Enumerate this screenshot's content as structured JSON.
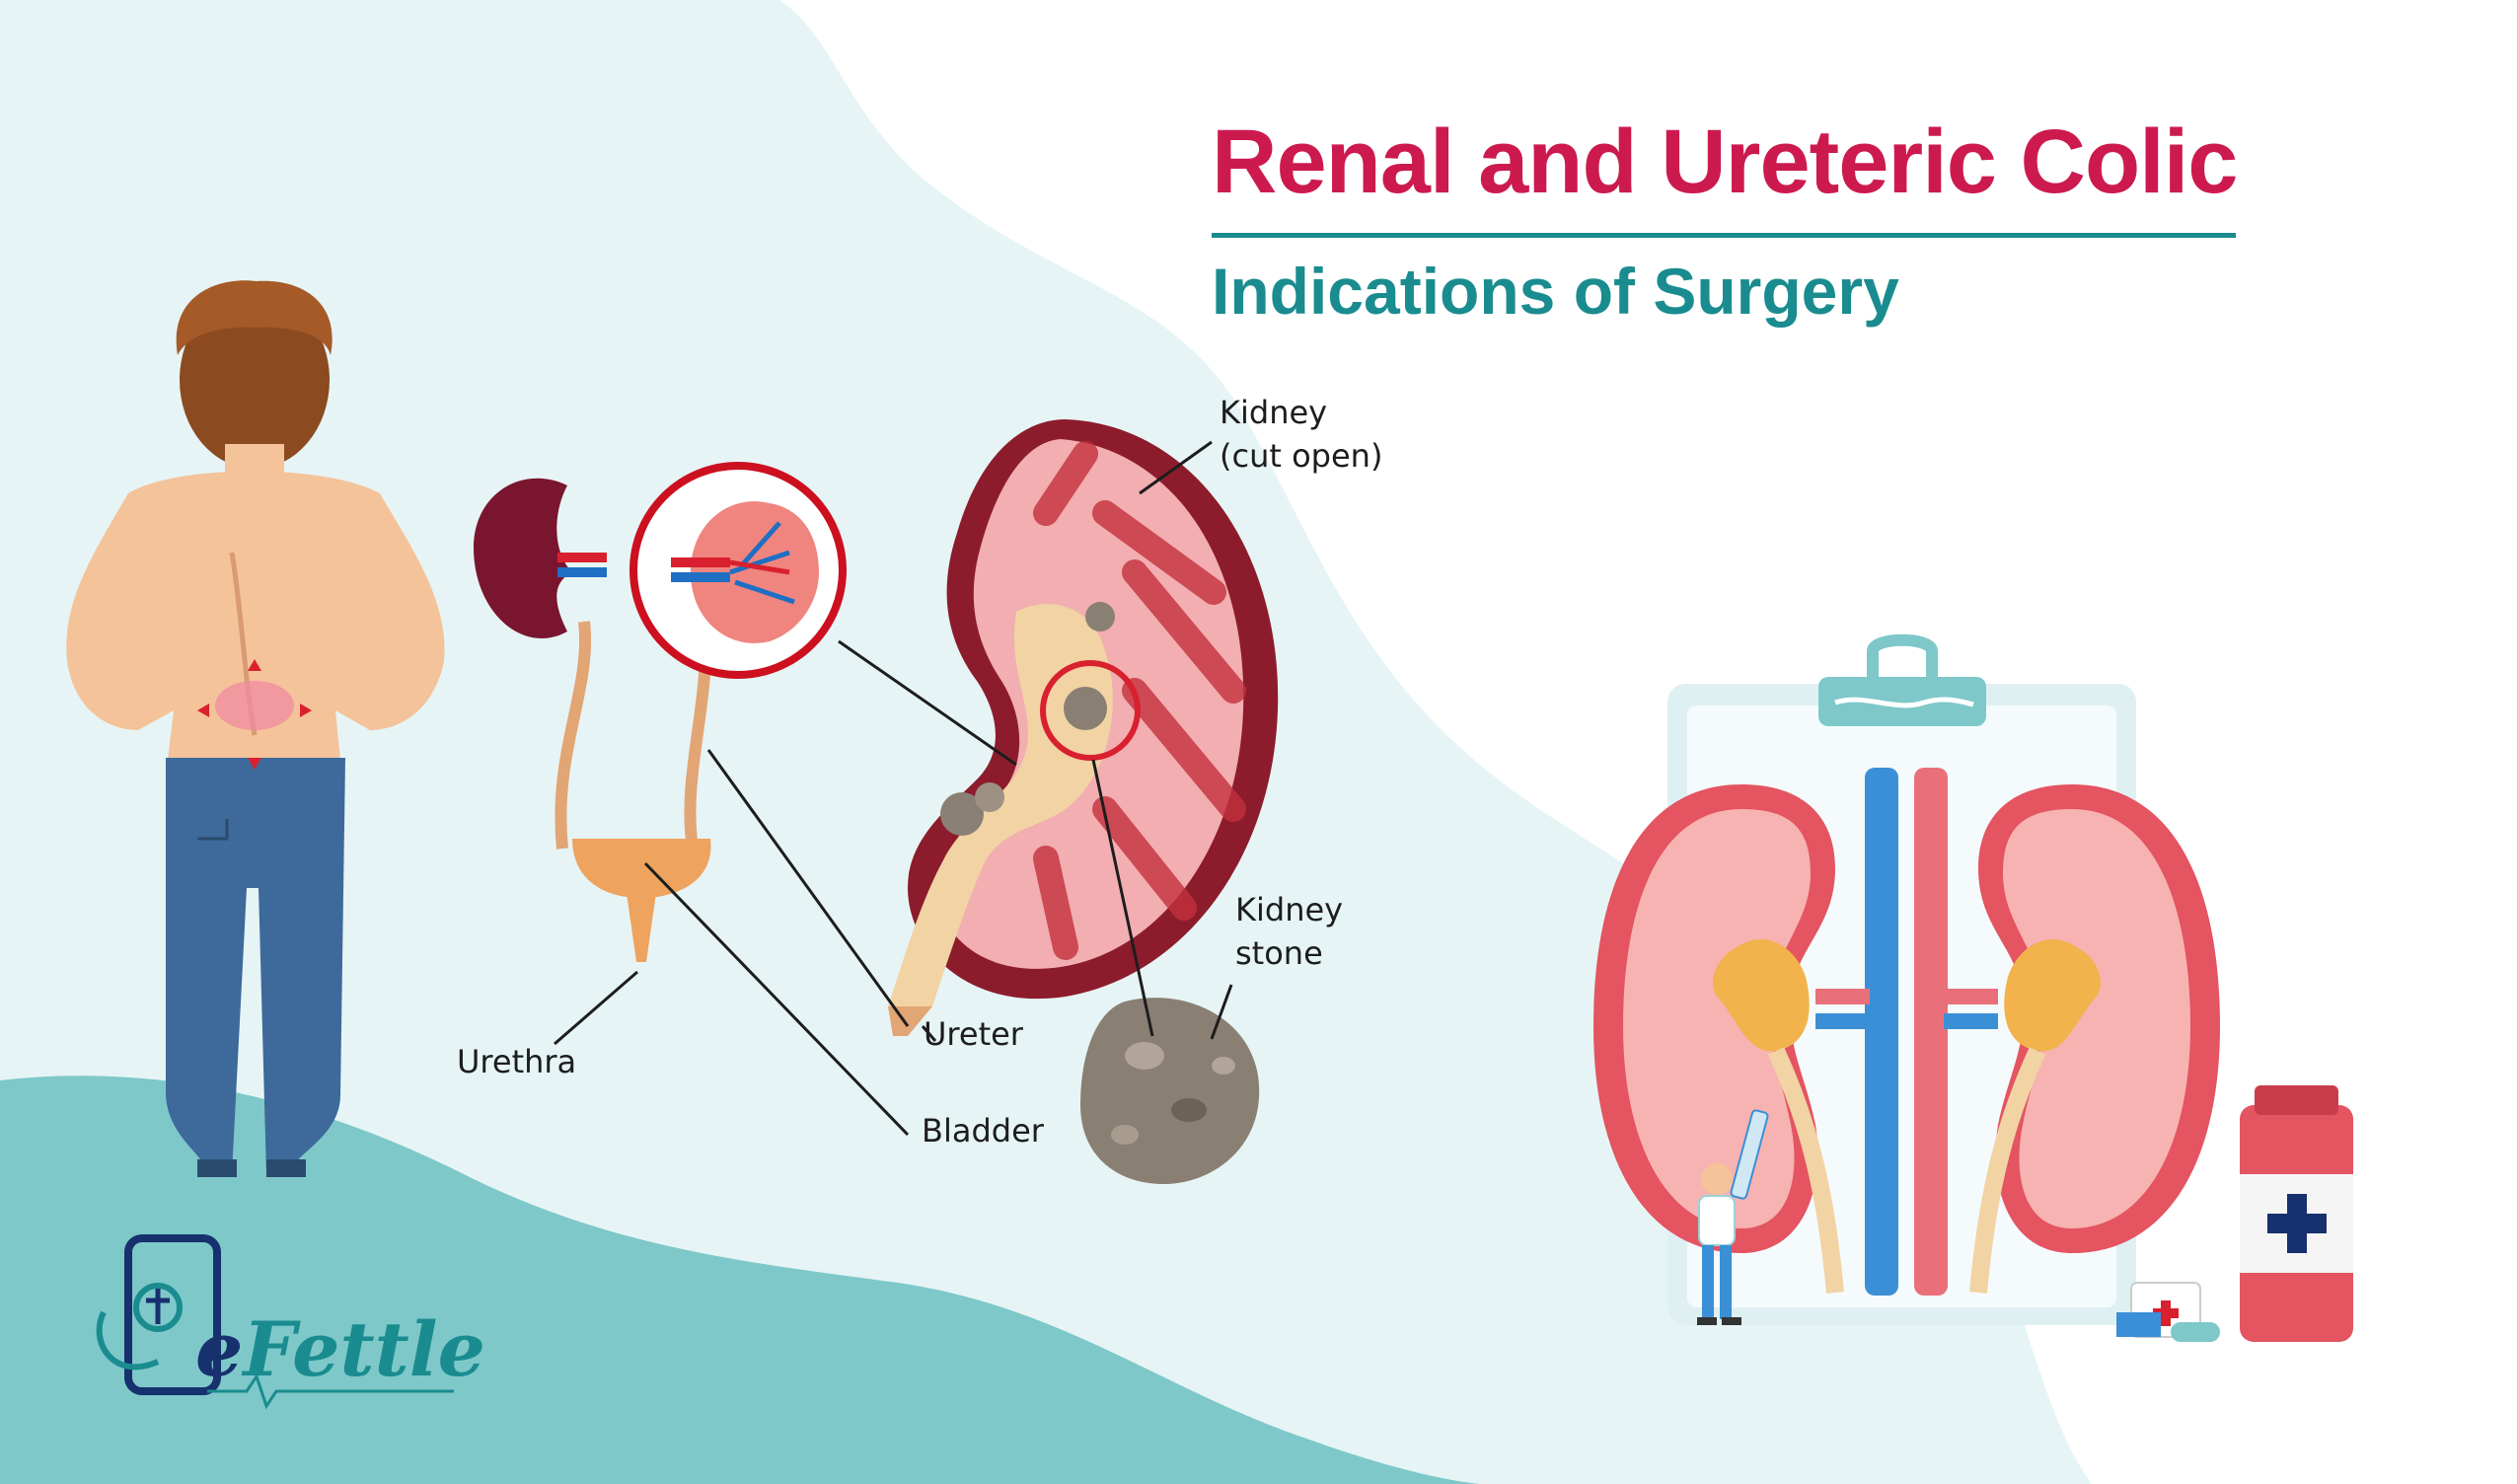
{
  "title": "Renal and Ureteric Colic",
  "subtitle": "Indications of Surgery",
  "labels": {
    "kidney_line1": "Kidney",
    "kidney_line2": "(cut open)",
    "stone_line1": "Kidney",
    "stone_line2": "stone",
    "ureter": "Ureter",
    "bladder": "Bladder",
    "urethra": "Urethra"
  },
  "logo": {
    "mark": "e",
    "name": "Fettle"
  },
  "colors": {
    "title": "#cc1a4f",
    "subtitle": "#1a8c8f",
    "background_blob": "#e6f4f5",
    "teal_wave": "#7ec8c9",
    "logo_navy": "#17306e"
  },
  "icons": [
    "person-back-pain",
    "urinary-system",
    "kidney-cross-section",
    "kidney-stone",
    "kidneys-with-aorta",
    "clipboard",
    "medicine-bottle",
    "first-aid-kit",
    "doctor-with-syringe"
  ]
}
